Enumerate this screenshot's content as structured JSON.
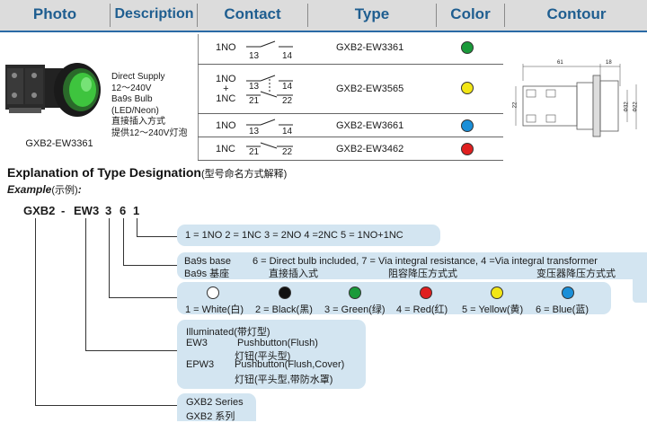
{
  "header": {
    "photo": "Photo",
    "description": "Description",
    "contact": "Contact",
    "type": "Type",
    "color": "Color",
    "contour": "Contour"
  },
  "photo_caption": "GXB2-EW3361",
  "description_lines": [
    "Direct Supply",
    "12～240V",
    "Ba9s Bulb",
    "(LED/Neon)",
    "直接插入方式",
    "提供12～240V灯泡"
  ],
  "rows": [
    {
      "contact": "1NO",
      "terms": [
        "13",
        "14"
      ],
      "type": "GXB2-EW3361",
      "color": "#1a9a3a"
    },
    {
      "contact_lines": [
        "1NO",
        "+",
        "1NC"
      ],
      "terms_no": [
        "13",
        "14"
      ],
      "terms_nc": [
        "21",
        "22"
      ],
      "type": "GXB2-EW3565",
      "color": "#f2e616"
    },
    {
      "contact": "1NO",
      "terms": [
        "13",
        "14"
      ],
      "type": "GXB2-EW3661",
      "color": "#1a8fd8"
    },
    {
      "contact": "1NC",
      "terms": [
        "21",
        "22"
      ],
      "type": "GXB2-EW3462",
      "color": "#e02020"
    }
  ],
  "contour_dims": {
    "d1": "61",
    "d2": "18",
    "d3": "22",
    "d4": "Φ32",
    "d5": "Φ22"
  },
  "designation": {
    "title": "Explanation of Type Designation",
    "title_cn": "(型号命名方式解释)",
    "example": "Example",
    "example_cn": "(示例)",
    "example_colon": ":",
    "code": {
      "p1": "GXB2",
      "dash": "-",
      "p2": "EW3",
      "p3": "3",
      "p4": "6",
      "p5": "1"
    }
  },
  "box1": {
    "text": "1 = 1NO   2 = 1NC  3 = 2NO 4 =2NC 5 = 1NO+1NC"
  },
  "box2": {
    "l1a": "Ba9s base",
    "l1b": "6 = Direct bulb included, 7 = Via integral resistance, 4 =Via integral transformer",
    "l2a": "Ba9s 基座",
    "l2b": "直接插入式",
    "l2c": "阻容降压方式式",
    "l2d": "变压器降压方式式"
  },
  "box3": {
    "items": [
      {
        "label": "1 = White(白)",
        "color": "#ffffff"
      },
      {
        "label": "2 = Black(黑)",
        "color": "#111111"
      },
      {
        "label": "3 =  Green(绿)",
        "color": "#1a9a3a"
      },
      {
        "label": "4 = Red(红)",
        "color": "#e02020"
      },
      {
        "label": "5 = Yellow(黄)",
        "color": "#f2e616"
      },
      {
        "label": "6 = Blue(蓝)",
        "color": "#1a8fd8"
      }
    ]
  },
  "box4": {
    "l1": "Illuminated(带灯型)",
    "l2a": "EW3",
    "l2b": "Pushbutton(Flush)",
    "l3": "灯钮(平头型)",
    "l4a": "EPW3",
    "l4b": "Pushbutton(Flush,Cover)",
    "l5": "灯钮(平头型,带防水罩)"
  },
  "box5": {
    "l1": "GXB2 Series",
    "l2": "GXB2 系列"
  }
}
